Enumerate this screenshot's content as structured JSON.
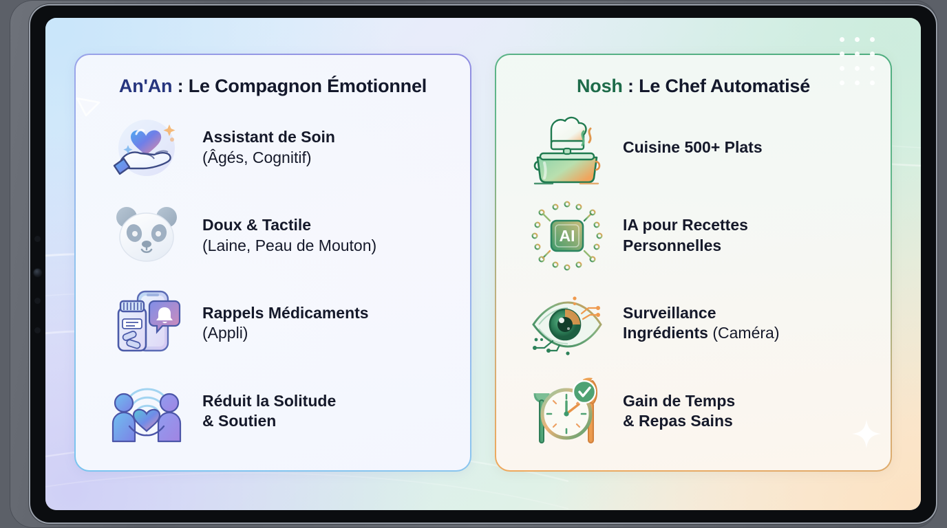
{
  "device": {
    "type": "tablet",
    "orientation": "landscape"
  },
  "screen": {
    "background_gradient_start": "#dceefb",
    "background_gradient_end": "#fbeedd",
    "decorations": {
      "dot_grid": "dot-grid-decoration",
      "triangle": "triangle-outline-decoration",
      "sparkle": "four-point-star-decoration"
    }
  },
  "cards": [
    {
      "id": "anan",
      "title_accent": "An'An",
      "title_rest": " : Le Compagnon Émotionnel",
      "accent_color": "#26357e",
      "border_gradient": [
        "#8f8ce0",
        "#79c4ef"
      ],
      "features": [
        {
          "icon": "heart-in-hand-icon",
          "title": "Assistant de Soin",
          "subtitle": "(Âgés, Cognitif)",
          "subtitle_inline": false
        },
        {
          "icon": "panda-face-icon",
          "title": "Doux & Tactile",
          "subtitle": "(Laine, Peau de Mouton)",
          "subtitle_inline": false
        },
        {
          "icon": "pill-bottle-phone-reminder-icon",
          "title": "Rappels Médicaments",
          "subtitle": "(Appli)",
          "subtitle_inline": false
        },
        {
          "icon": "two-people-heart-icon",
          "title": "Réduit la Solitude",
          "title_line2": "& Soutien",
          "subtitle": "",
          "subtitle_inline": false
        }
      ]
    },
    {
      "id": "nosh",
      "title_accent": "Nosh",
      "title_rest": " : Le Chef Automatisé",
      "accent_color": "#1d6b49",
      "border_gradient": [
        "#4fae80",
        "#efa85c"
      ],
      "features": [
        {
          "icon": "cooking-pot-chef-hat-icon",
          "title": "Cuisine 500+ Plats",
          "subtitle": "",
          "subtitle_inline": false
        },
        {
          "icon": "ai-chip-icon",
          "title": "IA pour Recettes",
          "title_line2": "Personnelles",
          "subtitle": "",
          "subtitle_inline": false
        },
        {
          "icon": "eye-camera-vision-icon",
          "title": "Surveillance",
          "title_line2": "Ingrédients",
          "subtitle": "(Caméra)",
          "subtitle_inline": true
        },
        {
          "icon": "fork-knife-clock-check-icon",
          "title": "Gain de Temps",
          "title_line2": "& Repas Sains",
          "subtitle": "",
          "subtitle_inline": false
        }
      ]
    }
  ]
}
